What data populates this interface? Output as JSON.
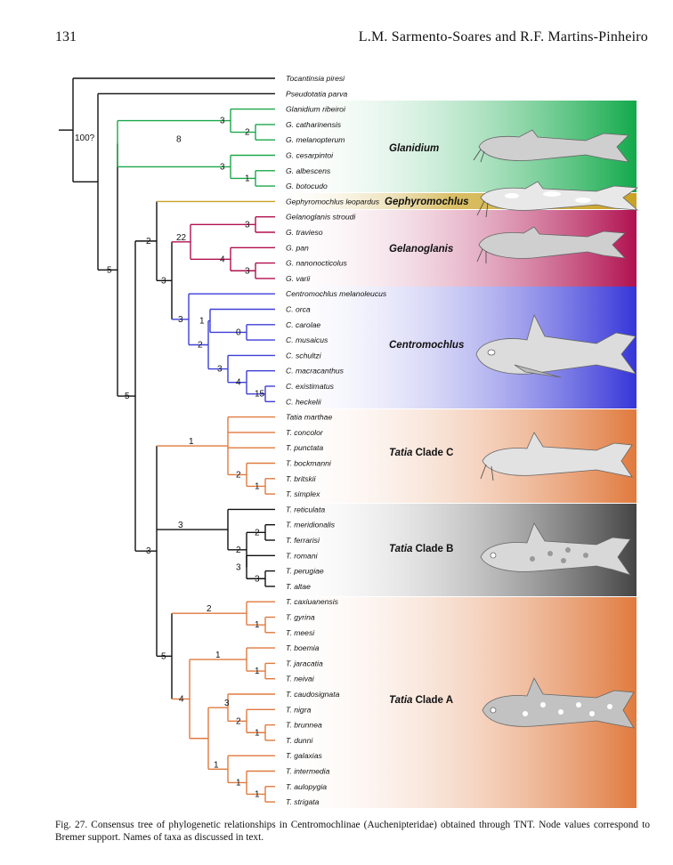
{
  "header": {
    "page_number": "131",
    "authors": "L.M. Sarmento-Soares and R.F. Martins-Pinheiro"
  },
  "caption": "Fig. 27. Consensus tree of phylogenetic relationships in Centromochlinae (Auchenipteridae) obtained through TNT. Node values correspond to Bremer support. Names of taxa as discussed in text.",
  "colors": {
    "glanidium": "#1aa84a",
    "gephyromochlus": "#c9a227",
    "gelanoglanis": "#b0104f",
    "centromochlus": "#3e3ed8",
    "tatia_c": "#e07a3e",
    "tatia_b": "#4a4a4a",
    "tatia_a": "#e07a3e",
    "black": "#111111"
  },
  "taxa": [
    "Tocantinsia piresi",
    "Pseudotatia parva",
    "Glanidium ribeiroi",
    "G. catharinensis",
    "G. melanopterum",
    "G. cesarpintoi",
    "G. albescens",
    "G. botocudo",
    "Gephyromochlus leopardus",
    "Gelanoglanis stroudi",
    "G. travieso",
    "G. pan",
    "G. nanonocticolus",
    "G. varii",
    "Centromochlus melanoleucus",
    "C. orca",
    "C. carolae",
    "C. musaicus",
    "C. schultzi",
    "C. macracanthus",
    "C. existimatus",
    "C. heckelii",
    "Tatia marthae",
    "T. concolor",
    "T. punctata",
    "T. bockmanni",
    "T. britskii",
    "T. simplex",
    "T. reticulata",
    "T. meridionalis",
    "T. ferrarisi",
    "T. romani",
    "T. perugiae",
    "T. altae",
    "T. caxiuanensis",
    "T. gyrina",
    "T. meesi",
    "T. boemia",
    "T. jaracatia",
    "T. neivai",
    "T. caudosignata",
    "T. nigra",
    "T. brunnea",
    "T. dunni",
    "T. galaxias",
    "T. intermedia",
    "T. aulopygia",
    "T. strigata"
  ],
  "clades": [
    {
      "id": "glanidium",
      "label_italic": "Glanidium",
      "label_plain": ""
    },
    {
      "id": "gephyromochlus",
      "label_italic": "Gephyromochlus",
      "label_plain": ""
    },
    {
      "id": "gelanoglanis",
      "label_italic": "Gelanoglanis",
      "label_plain": ""
    },
    {
      "id": "centromochlus",
      "label_italic": "Centromochlus",
      "label_plain": ""
    },
    {
      "id": "tatia_c",
      "label_italic": "Tatia",
      "label_plain": " Clade C"
    },
    {
      "id": "tatia_b",
      "label_italic": "Tatia",
      "label_plain": " Clade B"
    },
    {
      "id": "tatia_a",
      "label_italic": "Tatia",
      "label_plain": " Clade A"
    }
  ],
  "nodes": [
    {
      "id": "root",
      "value": "100?"
    },
    {
      "id": "n_rest",
      "value": "5"
    },
    {
      "id": "n_glan",
      "value": "8"
    },
    {
      "id": "n_glan1",
      "value": "3"
    },
    {
      "id": "n_glan1a",
      "value": "2"
    },
    {
      "id": "n_glan2",
      "value": "3"
    },
    {
      "id": "n_glan2a",
      "value": "1"
    },
    {
      "id": "n_main",
      "value": "5"
    },
    {
      "id": "n_geph",
      "value": "2"
    },
    {
      "id": "n_gel_cen",
      "value": "3"
    },
    {
      "id": "n_gel",
      "value": "22"
    },
    {
      "id": "n_gel1",
      "value": "3"
    },
    {
      "id": "n_gel2",
      "value": "4"
    },
    {
      "id": "n_gel2a",
      "value": "3"
    },
    {
      "id": "n_cen",
      "value": "3"
    },
    {
      "id": "n_cen1",
      "value": "2"
    },
    {
      "id": "n_cen1a",
      "value": "1"
    },
    {
      "id": "n_cen1b",
      "value": "0"
    },
    {
      "id": "n_cen2",
      "value": "3"
    },
    {
      "id": "n_cen2a",
      "value": "4"
    },
    {
      "id": "n_cen2b",
      "value": "15"
    },
    {
      "id": "n_tatia",
      "value": "3"
    },
    {
      "id": "n_tc",
      "value": "1"
    },
    {
      "id": "n_tc1",
      "value": "2"
    },
    {
      "id": "n_tc1a",
      "value": "1"
    },
    {
      "id": "n_tb",
      "value": "3"
    },
    {
      "id": "n_tb1",
      "value": "2"
    },
    {
      "id": "n_tb1a",
      "value": "2"
    },
    {
      "id": "n_tb2",
      "value": "3"
    },
    {
      "id": "n_tb2a",
      "value": "3"
    },
    {
      "id": "n_ta",
      "value": "5"
    },
    {
      "id": "n_ta1",
      "value": "2"
    },
    {
      "id": "n_ta1a",
      "value": "1"
    },
    {
      "id": "n_ta2",
      "value": "4"
    },
    {
      "id": "n_ta2a",
      "value": "1"
    },
    {
      "id": "n_ta2a1",
      "value": "1"
    },
    {
      "id": "n_ta2b",
      "value": "3"
    },
    {
      "id": "n_ta2b1",
      "value": "2"
    },
    {
      "id": "n_ta2b1a",
      "value": "1"
    },
    {
      "id": "n_ta2c",
      "value": "1"
    },
    {
      "id": "n_ta2c1",
      "value": "1"
    },
    {
      "id": "n_ta2c2",
      "value": "1"
    }
  ]
}
